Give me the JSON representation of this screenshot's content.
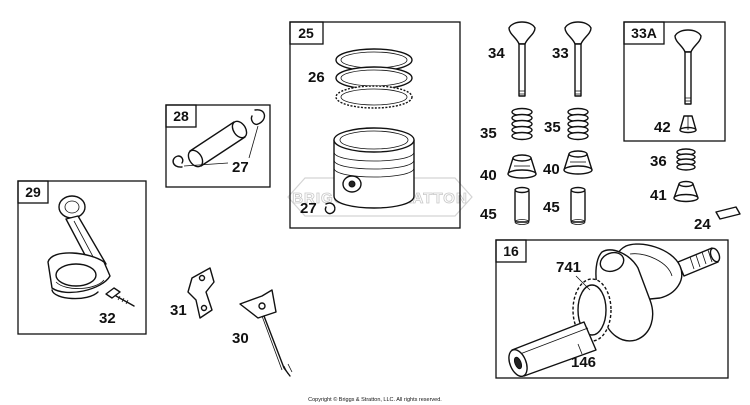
{
  "boxes": {
    "connecting_rod": "29",
    "piston_pin": "28",
    "piston_assembly": "25",
    "valve_kit": "33A",
    "crankshaft": "16"
  },
  "callouts": {
    "piston_rings": "26",
    "pin_lock_upper": "27",
    "pin_lock_piston": "27",
    "exhaust_valve": "34",
    "intake_valve": "33",
    "valve_spring_left": "35",
    "valve_spring_right": "35",
    "spring_retainer_left": "40",
    "spring_retainer_right": "40",
    "valve_guide_left": "45",
    "valve_guide_right": "45",
    "retainer_key": "42",
    "kit_spring": "36",
    "kit_retainer": "41",
    "crank_key": "24",
    "rod_bolt": "32",
    "rod_lock": "31",
    "dipper": "30",
    "timing_gear": "741",
    "main_journal": "146"
  },
  "watermark": "BRIGGS & STRATTON",
  "copyright": "Copyright © Briggs & Stratton, LLC. All rights reserved."
}
